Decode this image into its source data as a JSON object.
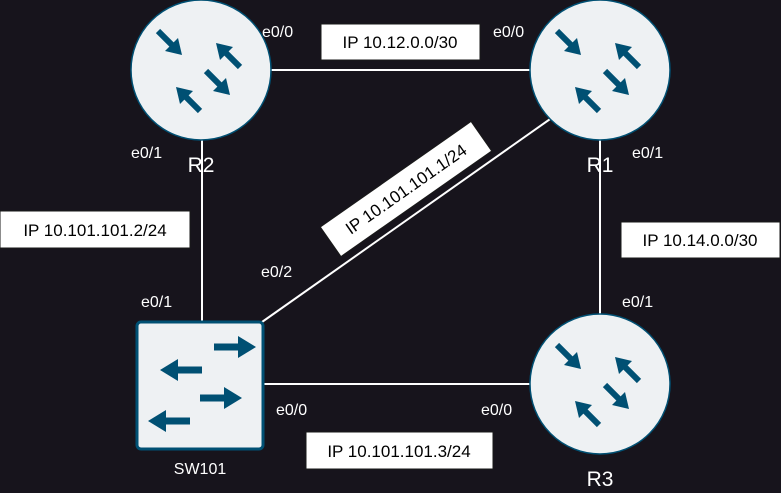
{
  "colors": {
    "background": "#17141c",
    "device_fill": "#eef1f3",
    "device_icon": "#005073",
    "link": "#ffffff"
  },
  "nodes": {
    "r1": {
      "label": "R1",
      "type": "router",
      "icon": "router-icon"
    },
    "r2": {
      "label": "R2",
      "type": "router",
      "icon": "router-icon"
    },
    "r3": {
      "label": "R3",
      "type": "router",
      "icon": "router-icon"
    },
    "sw101": {
      "label": "SW101",
      "type": "switch",
      "icon": "switch-icon"
    }
  },
  "links": [
    {
      "from": "r2",
      "to": "r1",
      "from_port": "e0/0",
      "to_port": "e0/0",
      "subnet": "IP 10.12.0.0/30"
    },
    {
      "from": "r1",
      "to": "r3",
      "from_port": "e0/1",
      "to_port": "e0/1",
      "subnet": "IP 10.14.0.0/30"
    },
    {
      "from": "r2",
      "to": "sw101",
      "from_port": "e0/1",
      "to_port": "e0/1",
      "subnet": "IP 10.101.101.2/24"
    },
    {
      "from": "sw101",
      "to": "r1",
      "from_port": "e0/2",
      "to_port": "",
      "subnet": "IP 10.101.101.1/24"
    },
    {
      "from": "sw101",
      "to": "r3",
      "from_port": "e0/0",
      "to_port": "e0/0",
      "subnet": "IP 10.101.101.3/24"
    }
  ]
}
